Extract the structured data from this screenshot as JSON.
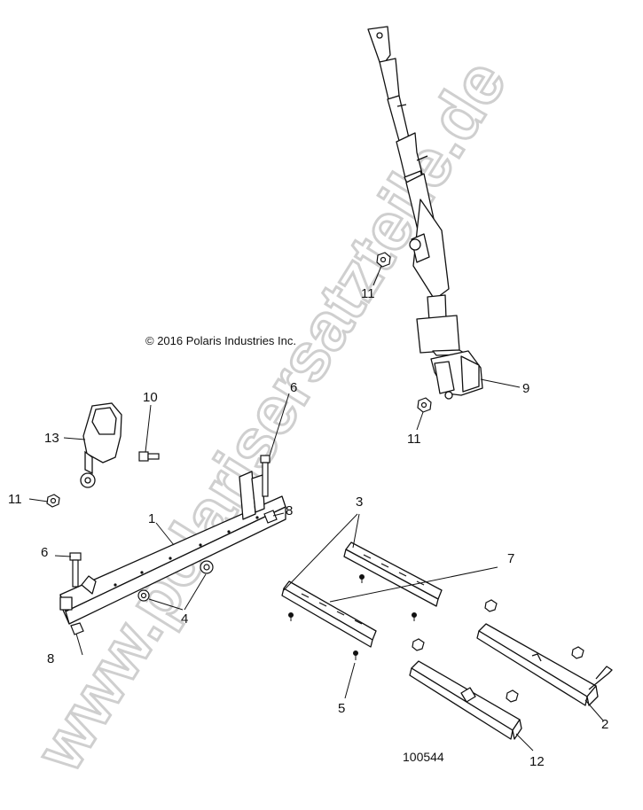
{
  "diagram": {
    "copyright": "© 2016 Polaris Industries Inc.",
    "figure_number": "100544",
    "watermark": "www.polarisersatzteile.de",
    "watermark_color": "#d8d8d8",
    "line_color": "#111111",
    "callouts": {
      "c1": "1",
      "c2": "2",
      "c3": "3",
      "c4": "4",
      "c5": "5",
      "c6a": "6",
      "c6b": "6",
      "c7": "7",
      "c8a": "8",
      "c8b": "8",
      "c9": "9",
      "c10": "10",
      "c11a": "11",
      "c11b": "11",
      "c11c": "11",
      "c12": "12",
      "c13": "13"
    }
  }
}
